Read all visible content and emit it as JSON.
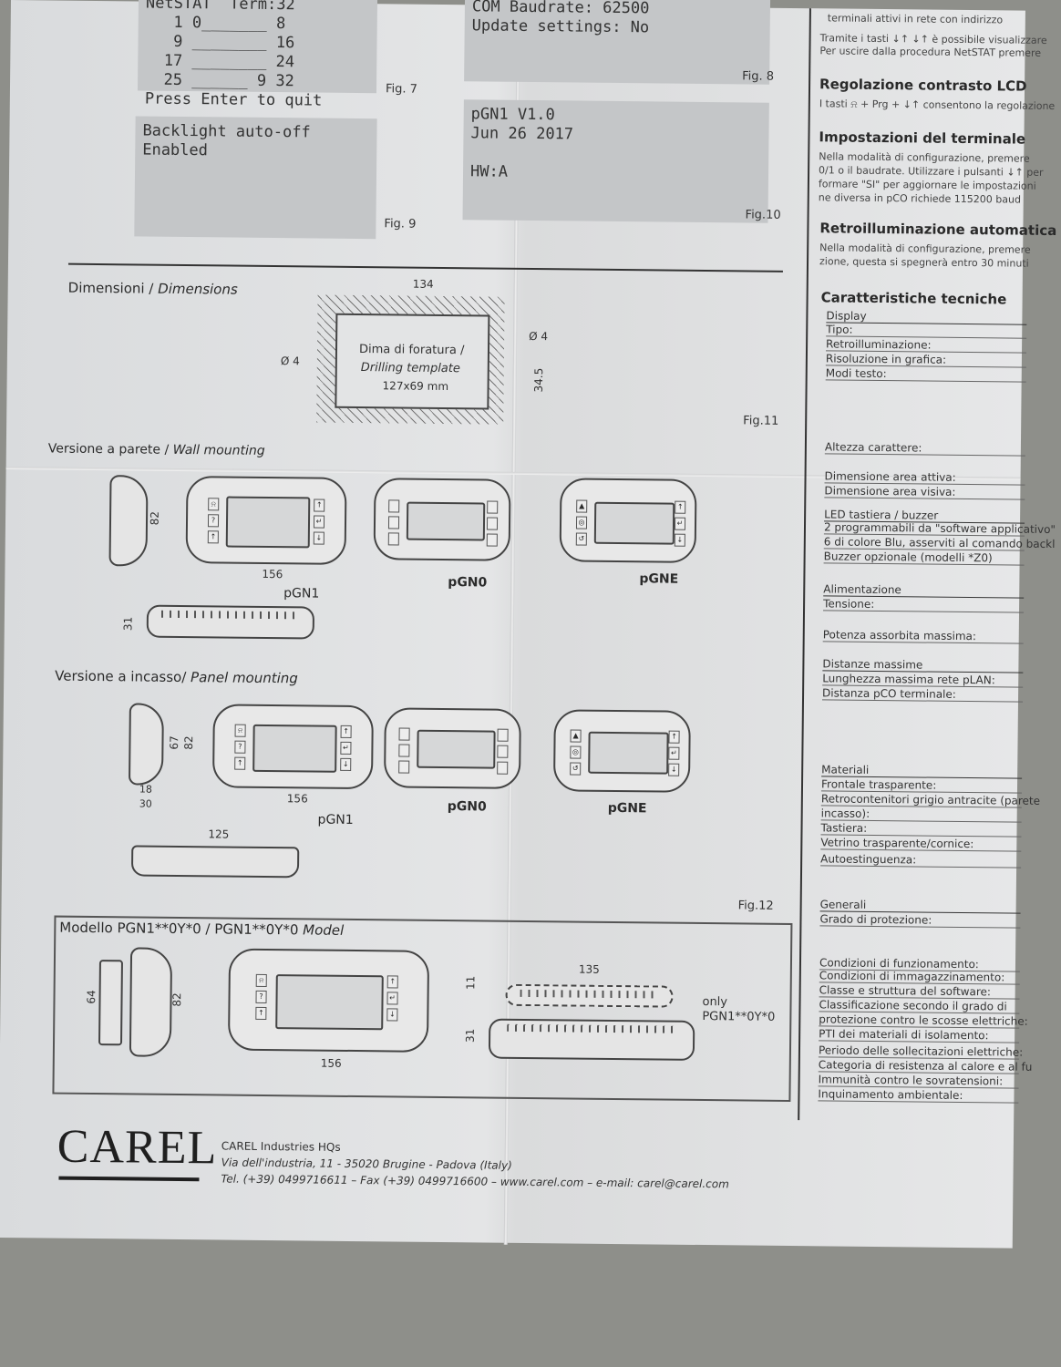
{
  "lcd": {
    "netstat": "NetSTAT  Term:32\n   1 0_______ 8\n   9 ________ 16\n  17 ________ 24\n  25 ______ 9 32\nPress Enter to quit",
    "baud": "COM Baudrate: 62500\nUpdate settings: No",
    "backlight": "Backlight auto-off\nEnabled",
    "version": "pGN1 V1.0\nJun 26 2017\n\nHW:A"
  },
  "figs": {
    "f7": "Fig. 7",
    "f8": "Fig. 8",
    "f9": "Fig. 9",
    "f10": "Fig.10",
    "f11": "Fig.11",
    "f12": "Fig.12"
  },
  "right": {
    "top1": "terminali attivi in rete con indirizzo",
    "top2": "Tramite i tasti ↓↑ ↓↑ è possibile visualizzare",
    "top3": "Per uscire dalla procedura NetSTAT premere",
    "h1": "Regolazione contrasto LCD",
    "t1": "I tasti ⍾ + Prg + ↓↑ consentono la regolazione",
    "h2": "Impostazioni del terminale",
    "t2a": "Nella modalità di configurazione, premere",
    "t2b": "0/1 o il baudrate. Utilizzare i pulsanti ↓↑ per",
    "t2c": "formare \"SI\" per aggiornare le impostazioni",
    "t2d": "ne diversa in pCO richiede 115200 baud",
    "h3": "Retroilluminazione automatica",
    "t3a": "Nella modalità di configurazione, premere",
    "t3b": "zione, questa si spegnerà entro 30 minuti",
    "h4": "Caratteristiche tecniche",
    "specs": [
      "Display",
      "Tipo:",
      "Retroilluminazione:",
      "Risoluzione in grafica:",
      "Modi testo:",
      "Altezza carattere:",
      "Dimensione area attiva:",
      "Dimensione area visiva:",
      "LED tastiera / buzzer",
      "2 programmabili da \"software applicativo\"",
      "6 di colore Blu, asserviti al comando backl",
      "Buzzer opzionale (modelli *Z0)",
      "Alimentazione",
      "Tensione:",
      "Potenza assorbita massima:",
      "Distanze massime",
      "Lunghezza massima rete pLAN:",
      "Distanza pCO terminale:",
      "Materiali",
      "Frontale trasparente:",
      "Retrocontenitori grigio antracite (parete",
      "incasso):",
      "Tastiera:",
      "Vetrino trasparente/cornice:",
      "Autoestinguenza:",
      "Generali",
      "Grado di protezione:",
      "Condizioni di funzionamento:",
      "Condizioni di immagazzinamento:",
      "Classe e struttura del software:",
      "Classificazione secondo il grado di",
      "protezione contro le scosse elettriche:",
      "PTI dei materiali di isolamento:",
      "Periodo delle sollecitazioni elettriche:",
      "Categoria di resistenza al calore e al fu",
      "Immunità contro le sovratensioni:",
      "Inquinamento ambientale:"
    ]
  },
  "dims": {
    "title": "Dimensioni / ",
    "title_it": "Dimensions",
    "w134": "134",
    "d4a": "Ø 4",
    "d4b": "Ø 4",
    "tmpl1": "Dima di foratura /",
    "tmpl2": "Drilling template",
    "tmpl3": "127x69 mm",
    "h345": "34.5"
  },
  "wall": {
    "title": "Versione a parete / ",
    "title_it": "Wall mounting",
    "h82": "82",
    "w156": "156",
    "m1": "pGN1",
    "m2": "pGN0",
    "m3": "pGNE",
    "h31": "31"
  },
  "panel": {
    "title": "Versione a incasso/ ",
    "title_it": "Panel mounting",
    "h67": "67",
    "h82": "82",
    "d18": "18",
    "d30": "30",
    "w156": "156",
    "w125": "125",
    "m1": "pGN1",
    "m2": "pGN0",
    "m3": "pGNE"
  },
  "model": {
    "title": "Modello PGN1**0Y*0 / PGN1**0Y*0 ",
    "title_it": "Model",
    "h64": "64",
    "h82": "82",
    "w156": "156",
    "w135": "135",
    "h11": "11",
    "h31": "31",
    "only": "only",
    "code": "PGN1**0Y*0"
  },
  "footer": {
    "logo": "CAREL",
    "l1": "CAREL Industries HQs",
    "l2": "Via dell'industria, 11 - 35020 Brugine - Padova (Italy)",
    "l3": "Tel. (+39) 0499716611 – Fax (+39) 0499716600 – www.carel.com – e-mail: carel@carel.com"
  }
}
